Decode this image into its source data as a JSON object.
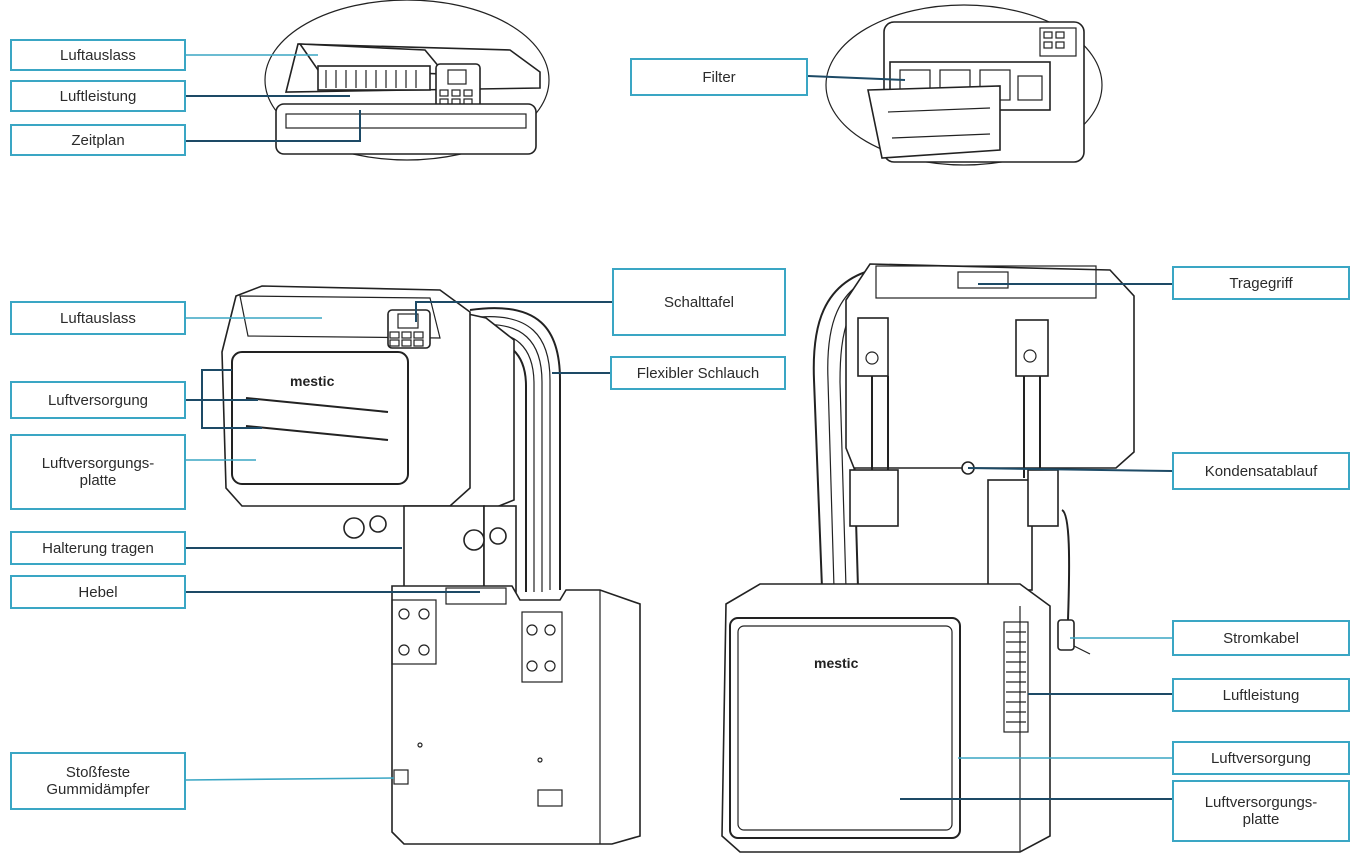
{
  "labels": {
    "top_left_luftauslass": "Luftauslass",
    "top_left_luftleistung": "Luftleistung",
    "top_left_zeitplan": "Zeitplan",
    "top_right_filter": "Filter",
    "front_luftauslass": "Luftauslass",
    "front_schalttafel": "Schalttafel",
    "front_flexibler_schlauch": "Flexibler Schlauch",
    "front_luftversorgung": "Luftversorgung",
    "front_luftversorgungsplatte": "Luftversorgungs-\nplatte",
    "front_halterung_tragen": "Halterung tragen",
    "front_hebel": "Hebel",
    "front_gummidaempfer": "Stoßfeste\nGummidämpfer",
    "back_tragegriff": "Tragegriff",
    "back_kondensatablauf": "Kondensatablauf",
    "back_stromkabel": "Stromkabel",
    "back_luftleistung": "Luftleistung",
    "back_luftversorgung": "Luftversorgung",
    "back_luftversorgungsplatte": "Luftversorgungs-\nplatte"
  },
  "brand": {
    "front": "mestic",
    "back": "mestic"
  },
  "colors": {
    "label_border": "#3aa6c4",
    "leader_dark": "#1d4a66",
    "outline": "#222222"
  }
}
